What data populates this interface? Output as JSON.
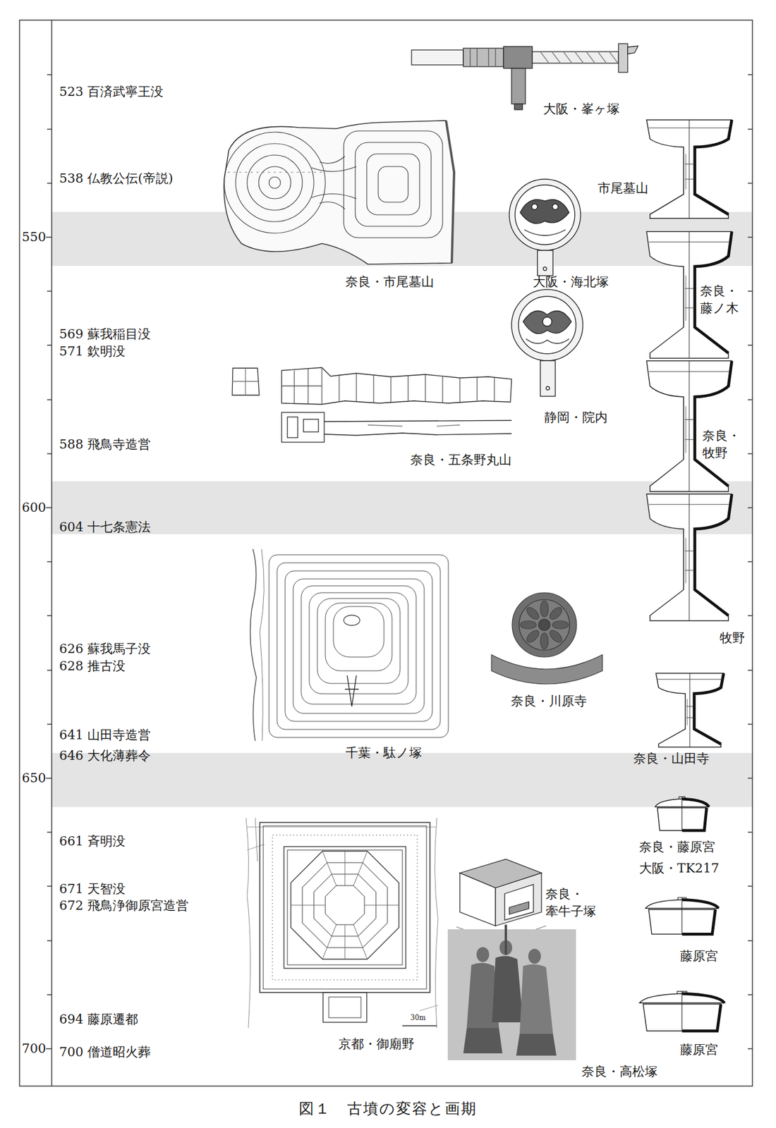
{
  "diagram": {
    "caption": "図１　古墳の変容と画期",
    "labels": [
      "550",
      "600",
      "650",
      "700",
      "523 百済武寧王没",
      "538 仏教公伝(帝説)",
      "569 蘇我稲目没",
      "571 欽明没",
      "588 飛鳥寺造営",
      "604 十七条憲法",
      "626 蘇我馬子没",
      "628 推古没",
      "641 山田寺造営",
      "646 大化薄葬令",
      "661 斉明没",
      "671 天智没",
      "672 飛鳥浄御原宮造営",
      "694 藤原遷都",
      "700 僧道昭火葬",
      "大阪・峯ヶ塚",
      "市尾墓山",
      "奈良・市尾墓山",
      "大阪・海北塚",
      "奈良・ 藤ノ木",
      "静岡・院内",
      "奈良・ 牧野",
      "奈良・五条野丸山",
      "牧野",
      "奈良・川原寺",
      "千葉・駄ノ塚",
      "奈良・山田寺",
      "奈良・藤原宮",
      "大阪・TK217",
      "奈良・ 牽牛子塚",
      "藤原宮",
      "京都・御廟野",
      "藤原宮",
      "奈良・高松塚",
      "30m"
    ]
  }
}
